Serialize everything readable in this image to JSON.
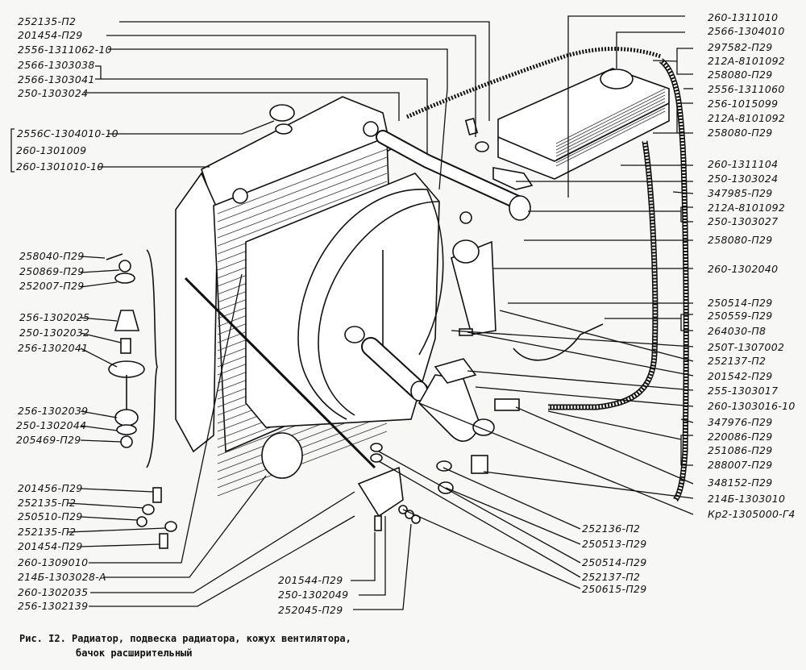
{
  "figure": {
    "caption_line1": "Рис. I2. Радиатор, подвеска радиатора, кожух вентилятора,",
    "caption_line2": "бачок расширительный"
  },
  "labels_left_top": [
    "252135-П2",
    "201454-П29",
    "2556-1311062-10",
    "2566-1303038",
    "2566-1303041",
    "250-1303024",
    "2556С-1304010-10",
    "260-1301009",
    "260-1301010-10"
  ],
  "labels_left_mount": [
    "258040-П29",
    "250869-П29",
    "252007-П29",
    "256-1302025",
    "250-1302032",
    "256-1302041",
    "256-1302039",
    "250-1302044",
    "205469-П29"
  ],
  "labels_left_bottom": [
    "201456-П29",
    "252135-П2",
    "250510-П29",
    "252135-П2",
    "201454-П29",
    "260-1309010",
    "214Б-1303028-А",
    "260-1302035",
    "256-1302139"
  ],
  "labels_right": [
    "260-1311010",
    "2566-1304010",
    "297582-П29",
    "212А-8101092",
    "258080-П29",
    "2556-1311060",
    "256-1015099",
    "212А-8101092",
    "258080-П29",
    "260-1311104",
    "250-1303024",
    "347985-П29",
    "212А-8101092",
    "250-1303027",
    "258080-П29",
    "260-1302040",
    "250514-П29",
    "250559-П29",
    "264030-П8",
    "250Т-1307002",
    "252137-П2",
    "201542-П29",
    "255-1303017",
    "260-1303016-10",
    "347976-П29",
    "220086-П29",
    "251086-П29",
    "288007-П29",
    "348152-П29",
    "214Б-1303010",
    "Кр2-1305000-Г4"
  ],
  "labels_bottom_right": [
    "252136-П2",
    "250513-П29",
    "250514-П29",
    "252137-П2",
    "250615-П29"
  ],
  "labels_bottom_center": [
    "201544-П29",
    "250-1302049",
    "252045-П29"
  ]
}
